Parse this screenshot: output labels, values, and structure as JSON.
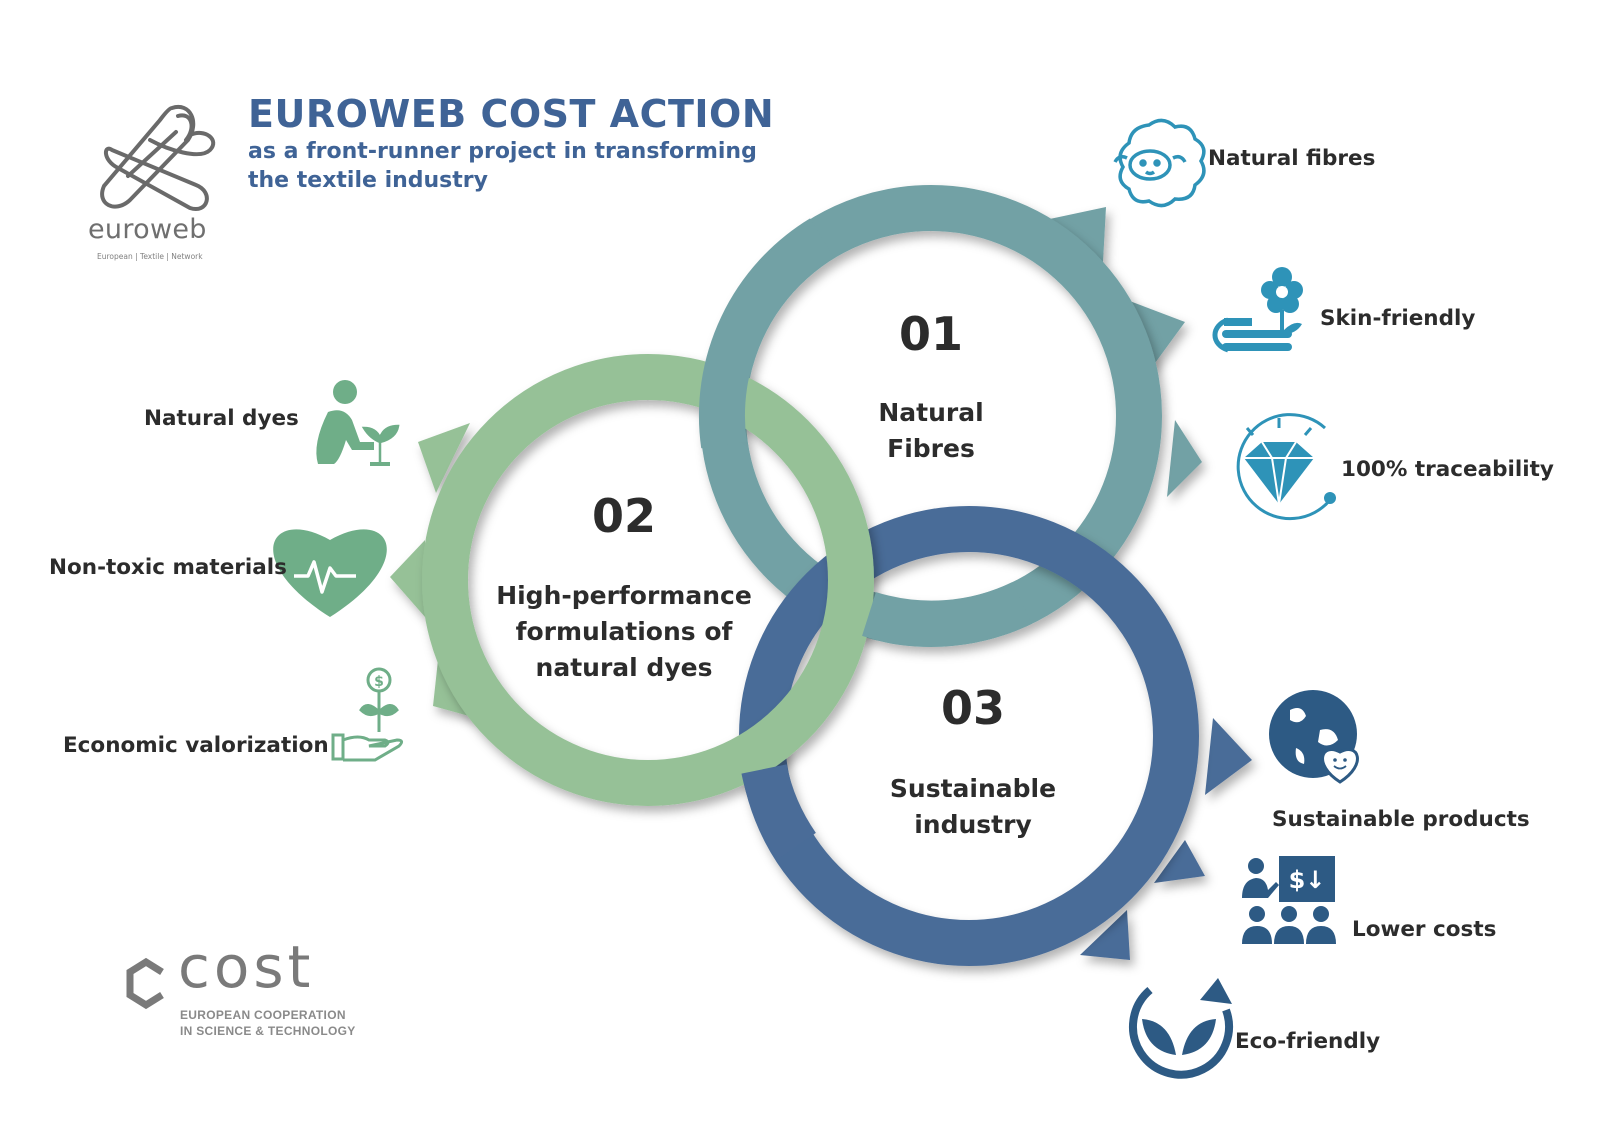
{
  "header": {
    "title": "EUROWEB COST ACTION",
    "subtitle_line1": "as a front-runner project in transforming",
    "subtitle_line2": "the textile industry"
  },
  "logo_euroweb": {
    "name": "euroweb",
    "tagline": "European | Textile | Network"
  },
  "logo_cost": {
    "name": "cost",
    "line1": "EUROPEAN  COOPERATION",
    "line2": "IN SCIENCE & TECHNOLOGY"
  },
  "circles": [
    {
      "number": "01",
      "line1": "Natural",
      "line2": "Fibres",
      "color": "#72a1a5"
    },
    {
      "number": "02",
      "line1": "High-performance",
      "line2": "formulations of",
      "line3": "natural dyes",
      "color": "#96c197"
    },
    {
      "number": "03",
      "line1": "Sustainable",
      "line2": "industry",
      "color": "#4a6c98"
    }
  ],
  "benefits_fibres": [
    {
      "label": "Natural fibres",
      "icon": "sheep-icon"
    },
    {
      "label": "Skin-friendly",
      "icon": "flower-towel-icon"
    },
    {
      "label": "100% traceability",
      "icon": "diamond-icon"
    }
  ],
  "benefits_dyes": [
    {
      "label": "Natural dyes",
      "icon": "gardener-icon"
    },
    {
      "label": "Non-toxic materials",
      "icon": "heart-pulse-icon"
    },
    {
      "label": "Economic valorization",
      "icon": "money-plant-hand-icon"
    }
  ],
  "benefits_industry": [
    {
      "label": "Sustainable products",
      "icon": "earth-heart-icon"
    },
    {
      "label": "Lower costs",
      "icon": "presentation-costs-icon"
    },
    {
      "label": "Eco-friendly",
      "icon": "eco-leaf-icon"
    }
  ],
  "colors": {
    "title": "#3f6396",
    "fibres": "#72a1a5",
    "dyes": "#96c197",
    "industry": "#4a6c98",
    "fibres_icon": "#2e93b8",
    "dyes_icon": "#6fae88",
    "industry_icon": "#2d5a84",
    "text": "#2c2c2c"
  }
}
